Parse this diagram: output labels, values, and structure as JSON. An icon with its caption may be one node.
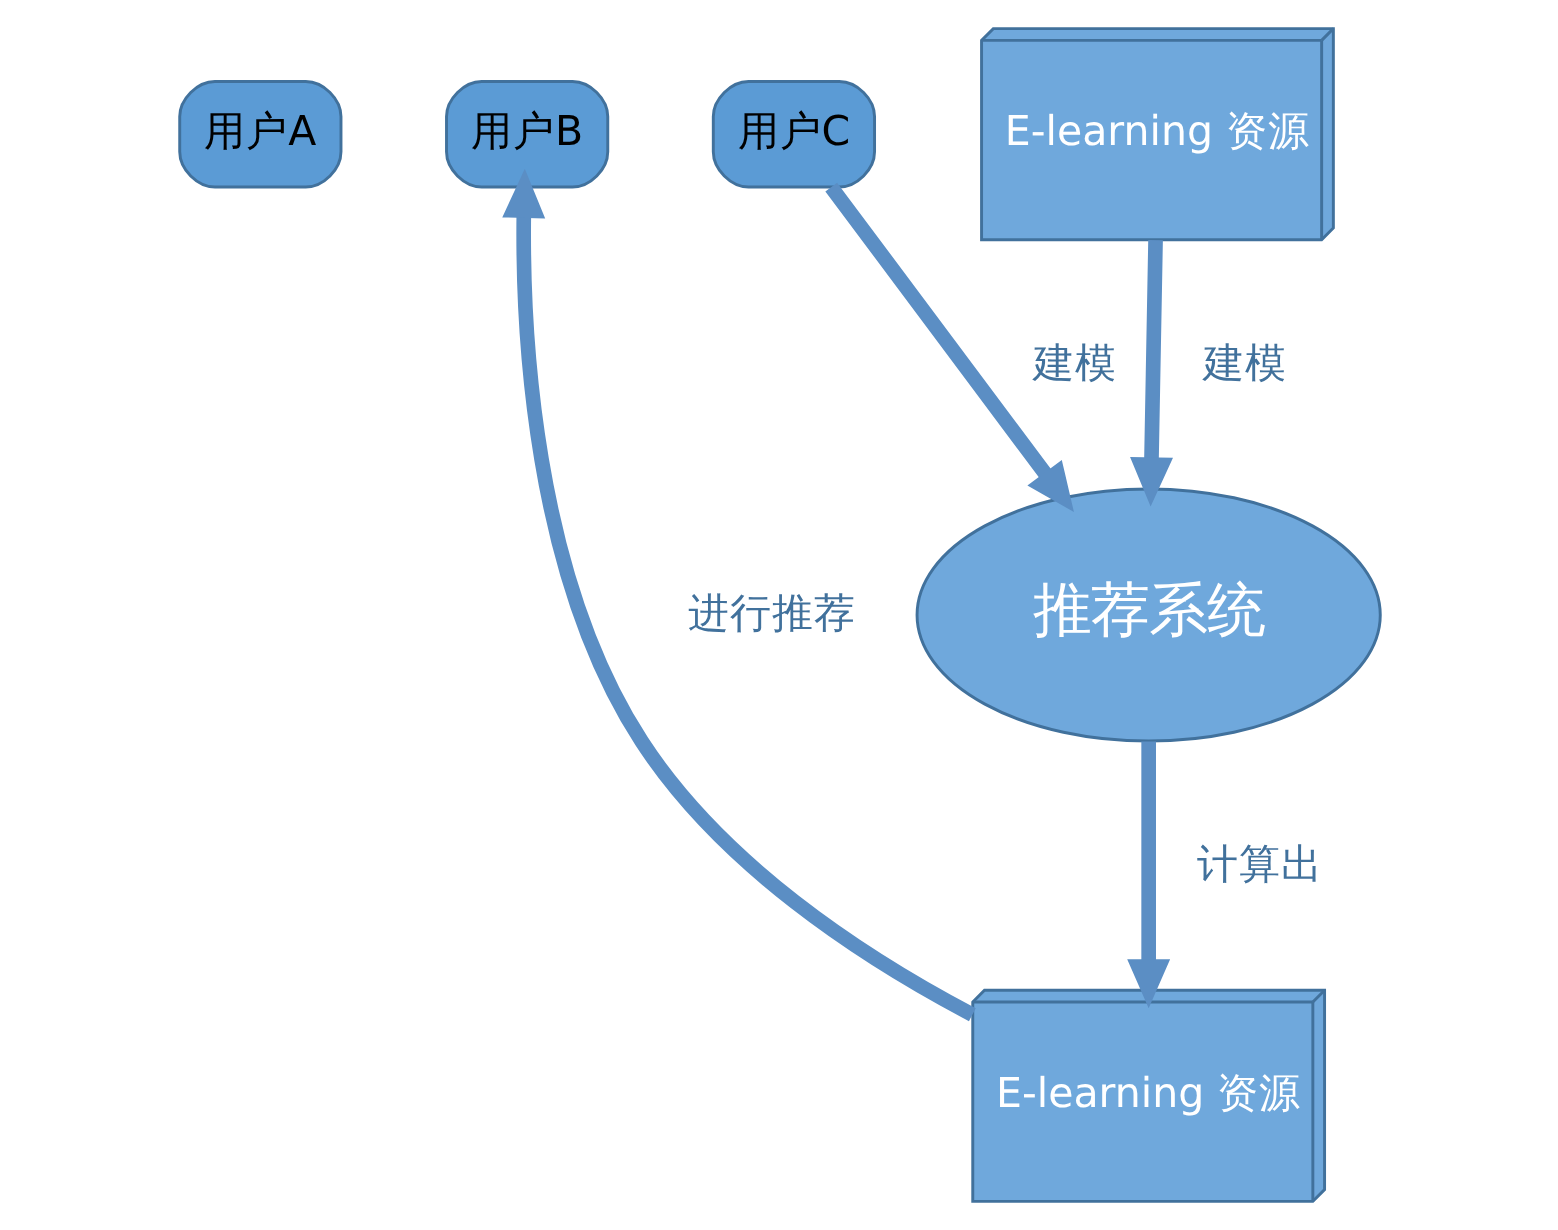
{
  "diagram": {
    "nodes": [
      {
        "text": [
          "用户A"
        ]
      },
      {
        "text": [
          "用户B"
        ]
      },
      {
        "text": [
          "用户C"
        ]
      },
      {
        "text": [
          "E-learning 资源"
        ]
      },
      {
        "text": [
          "推荐系统"
        ]
      },
      {
        "text": [
          "E-learning 资源"
        ]
      }
    ],
    "edges": [
      {
        "from": 2,
        "to": 4,
        "arrow": "to",
        "label": "建模"
      },
      {
        "from": 3,
        "to": 4,
        "arrow": "to",
        "label": "建模"
      },
      {
        "from": 4,
        "to": 5,
        "arrow": "to",
        "label": "计算出"
      },
      {
        "from": 5,
        "to": 1,
        "arrow": "to",
        "label": "进行推荐"
      }
    ]
  }
}
